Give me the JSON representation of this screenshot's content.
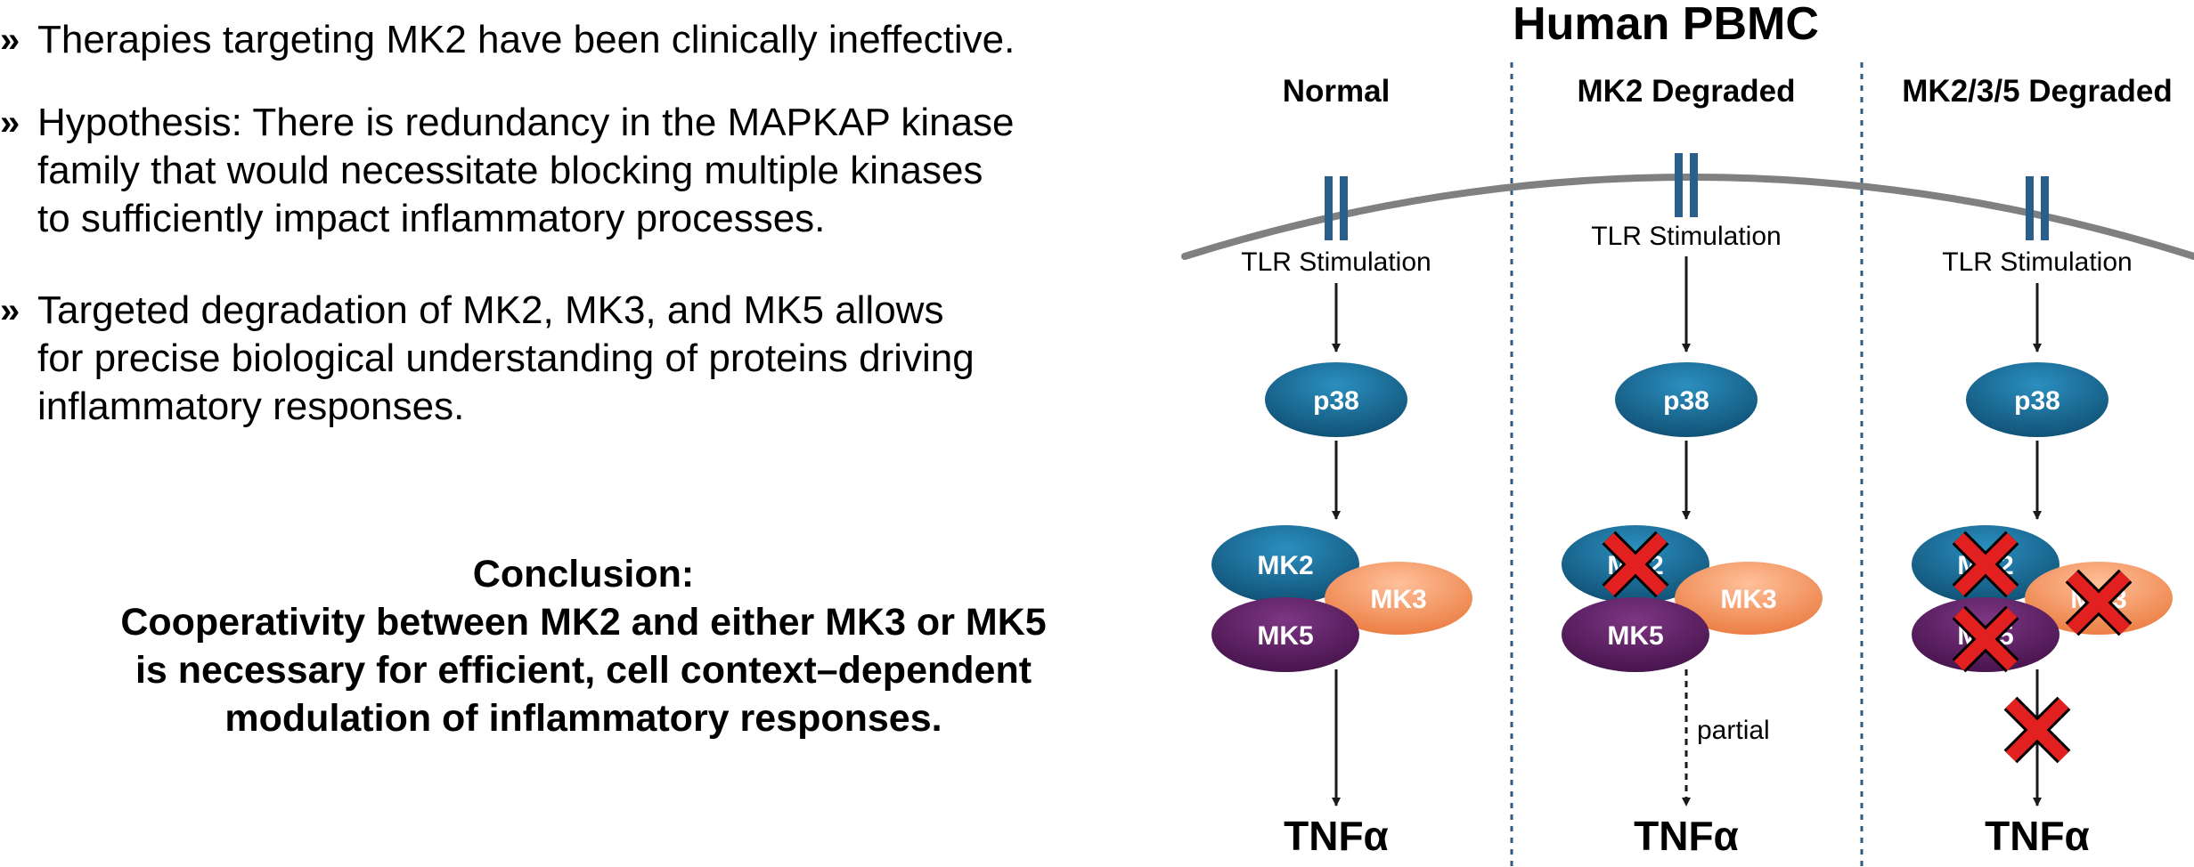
{
  "bullets": {
    "b1": {
      "mark": "»",
      "lines": [
        "Therapies targeting MK2 have been clinically ineffective."
      ]
    },
    "b2": {
      "mark": "»",
      "lines": [
        "Hypothesis: There is redundancy in the MAPKAP kinase",
        "family that would necessitate blocking multiple kinases",
        "to sufficiently impact inflammatory processes."
      ]
    },
    "b3": {
      "mark": "»",
      "lines": [
        "Targeted degradation of MK2, MK3, and MK5 allows",
        "for precise biological understanding of proteins driving",
        "inflammatory responses."
      ]
    }
  },
  "conclusion": {
    "heading": "Conclusion:",
    "lines": [
      "Cooperativity between MK2 and either MK3 or MK5",
      "is necessary for efficient, cell context–dependent",
      "modulation of inflammatory responses."
    ]
  },
  "diagram": {
    "title": "Human PBMC",
    "panels": [
      {
        "heading": "Normal",
        "stimulus": "TLR Stimulation",
        "p38": "p38",
        "mk2": "MK2",
        "mk3": "MK3",
        "mk5": "MK5",
        "output": "TNFα",
        "partial_label": "",
        "x_mk2": false,
        "x_mk3": false,
        "x_mk5": false,
        "x_output": false
      },
      {
        "heading": "MK2 Degraded",
        "stimulus": "TLR Stimulation",
        "p38": "p38",
        "mk2": "MK2",
        "mk3": "MK3",
        "mk5": "MK5",
        "output": "TNFα",
        "partial_label": "partial",
        "x_mk2": true,
        "x_mk3": false,
        "x_mk5": false,
        "x_output": false
      },
      {
        "heading": "MK2/3/5 Degraded",
        "stimulus": "TLR Stimulation",
        "p38": "p38",
        "mk2": "MK2",
        "mk3": "MK3",
        "mk5": "MK5",
        "output": "TNFα",
        "partial_label": "",
        "x_mk2": true,
        "x_mk3": true,
        "x_mk5": true,
        "x_output": true
      }
    ],
    "colors": {
      "p38": "#1d6a92",
      "mk2": "#1d6a92",
      "mk3": "#f59a6a",
      "mk5": "#5d1f63",
      "receptor": "#2a5f8c",
      "membrane": "#808080",
      "divider": "#2c5b86",
      "cross": "#e32020"
    }
  }
}
